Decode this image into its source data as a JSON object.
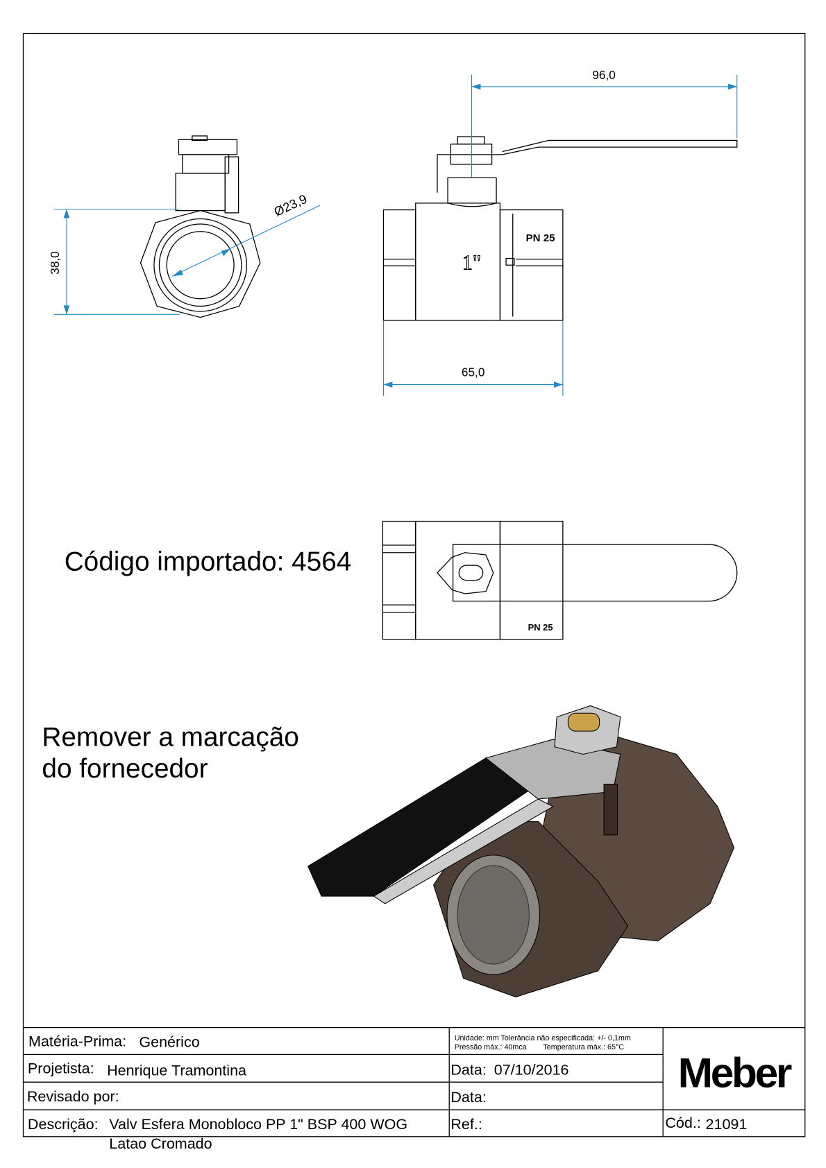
{
  "dimensions": {
    "handle_length": "96,0",
    "body_length": "65,0",
    "height": "38,0",
    "bore": "Ø23,9"
  },
  "markings": {
    "size": "1\"",
    "pressure": "PN 25"
  },
  "notes": {
    "imported_code": "Código importado: 4564",
    "remove_line1": "Remover a marcação",
    "remove_line2": "do fornecedor"
  },
  "title_block": {
    "material_label": "Matéria-Prima:",
    "material_value": "Genérico",
    "spec_line1": "Unidade: mm Tolerância não especificada: +/- 0,1mm",
    "spec_line2": "Pressão máx.: 40mca        Temperatura máx.: 65°C",
    "designer_label": "Projetista:",
    "designer_value": "Henrique Tramontina",
    "date_label": "Data:",
    "date_value": "07/10/2016",
    "reviewed_label": "Revisado por:",
    "review_date_label": "Data:",
    "description_label": "Descrição:",
    "description_value": "Valv Esfera Monobloco PP 1\" BSP 400 WOG",
    "description_line2": "Latao Cromado",
    "ref_label": "Ref.:",
    "code_label": "Cód.:",
    "code_value": "21091",
    "logo": "Meber"
  },
  "colors": {
    "dimension": "#1e88c8",
    "body": "#5a4a40",
    "handle": "#111111",
    "nut": "#c9a24a"
  }
}
